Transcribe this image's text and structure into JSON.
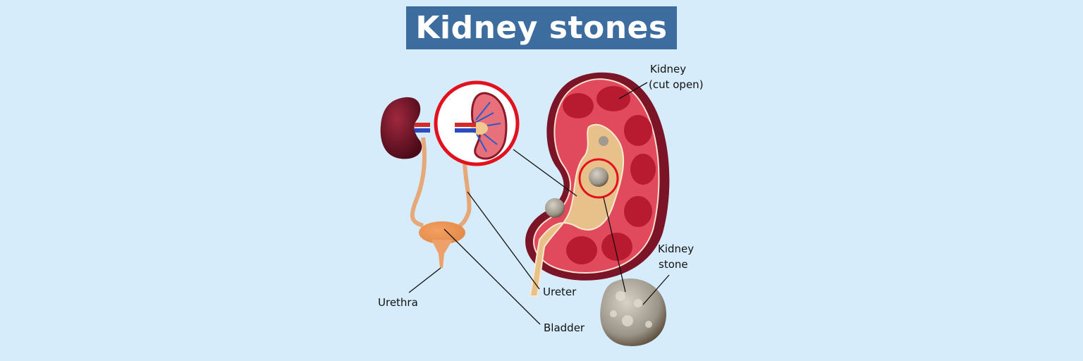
{
  "title": "Kidney stones",
  "labels": {
    "kidney_cut_open_line1": "Kidney",
    "kidney_cut_open_line2": "(cut open)",
    "kidney_stone_line1": "Kidney",
    "kidney_stone_line2": "stone",
    "ureter": "Ureter",
    "urethra": "Urethra",
    "bladder": "Bladder"
  },
  "colors": {
    "background": "#d6ecfb",
    "title_bg": "#3d6d9e",
    "kidney": "#d8384a",
    "highlight": "#e3101e"
  }
}
